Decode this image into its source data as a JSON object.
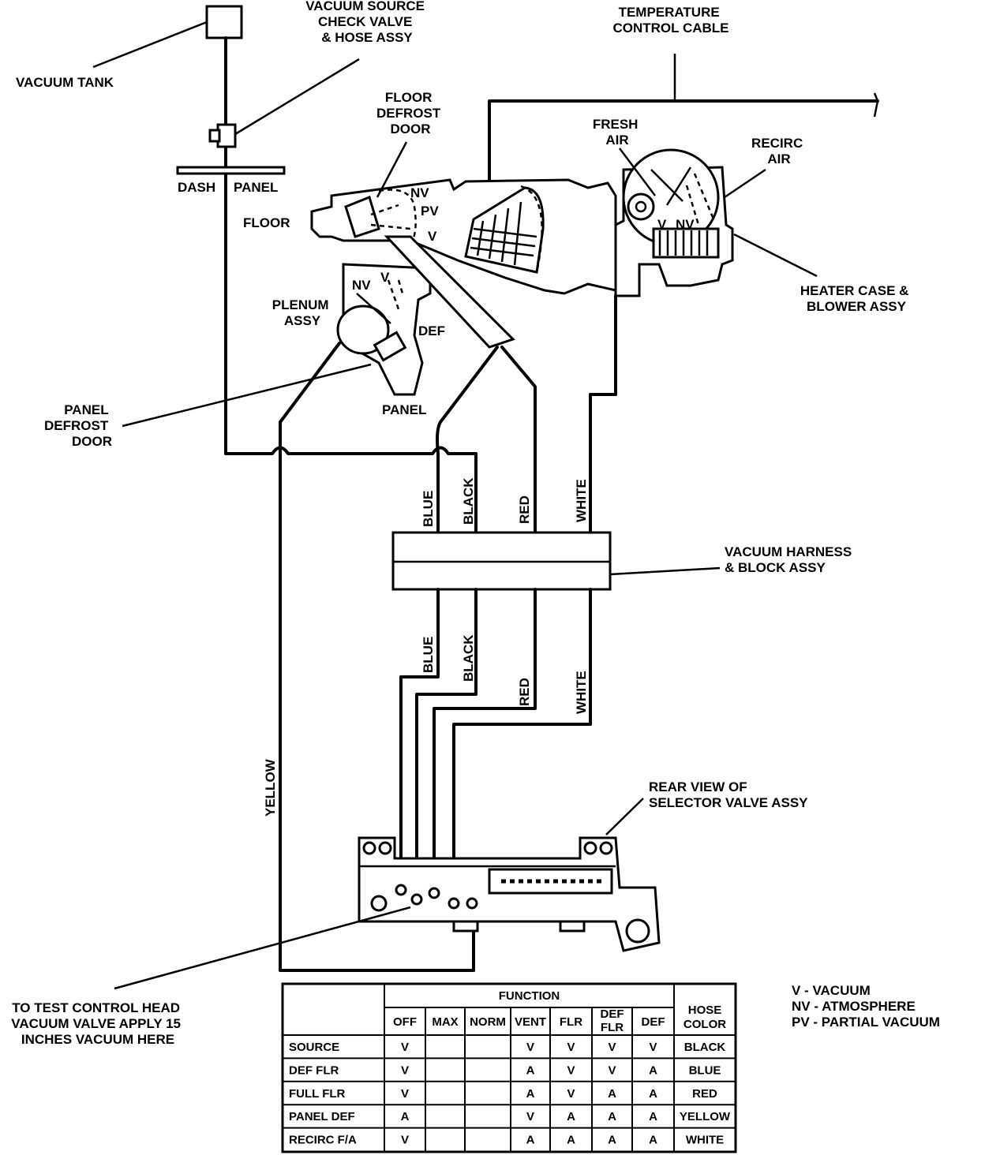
{
  "labels": {
    "vacuum_tank": "VACUUM TANK",
    "vacuum_source": [
      "VACUUM SOURCE",
      "CHECK VALVE",
      "& HOSE ASSY"
    ],
    "temperature_control_cable": [
      "TEMPERATURE",
      "CONTROL CABLE"
    ],
    "floor_defrost_door": [
      "FLOOR",
      "DEFROST",
      "DOOR"
    ],
    "fresh_air": [
      "FRESH",
      "AIR"
    ],
    "recirc_air": [
      "RECIRC",
      "AIR"
    ],
    "dash": "DASH",
    "panel": "PANEL",
    "floor": "FLOOR",
    "nv": "NV",
    "pv": "PV",
    "v": "V",
    "plenum_assy": [
      "PLENUM",
      "ASSY"
    ],
    "def": "DEF",
    "panel_bottom": "PANEL",
    "heater_case": [
      "HEATER CASE &",
      "BLOWER ASSY"
    ],
    "panel_defrost_door": [
      "PANEL",
      "DEFROST",
      "DOOR"
    ],
    "vacuum_harness": [
      "VACUUM HARNESS",
      "& BLOCK ASSY"
    ],
    "rear_view": [
      "REAR VIEW OF",
      "SELECTOR VALVE ASSY"
    ],
    "to_test": [
      "TO TEST CONTROL HEAD",
      "VACUUM VALVE APPLY 15",
      "INCHES VACUUM HERE"
    ],
    "hose_blue": "BLUE",
    "hose_black": "BLACK",
    "hose_red": "RED",
    "hose_white": "WHITE",
    "hose_yellow": "YELLOW"
  },
  "legend": [
    "V - VACUUM",
    "NV - ATMOSPHERE",
    "PV - PARTIAL VACUUM"
  ],
  "table": {
    "function_header": "FUNCTION",
    "columns": [
      "OFF",
      "MAX",
      "NORM",
      "VENT",
      "FLR",
      "DEF FLR",
      "DEF"
    ],
    "hose_color_header": [
      "HOSE",
      "COLOR"
    ],
    "rows": [
      {
        "name": "SOURCE",
        "values": [
          "V",
          "",
          "",
          "V",
          "V",
          "V",
          "V"
        ],
        "hose": "BLACK"
      },
      {
        "name": "DEF FLR",
        "values": [
          "V",
          "",
          "",
          "A",
          "V",
          "V",
          "A"
        ],
        "hose": "BLUE"
      },
      {
        "name": "FULL FLR",
        "values": [
          "V",
          "",
          "",
          "A",
          "V",
          "A",
          "A"
        ],
        "hose": "RED"
      },
      {
        "name": "PANEL DEF",
        "values": [
          "A",
          "",
          "",
          "V",
          "A",
          "A",
          "A"
        ],
        "hose": "YELLOW"
      },
      {
        "name": "RECIRC F/A",
        "values": [
          "V",
          "",
          "",
          "A",
          "A",
          "A",
          "A"
        ],
        "hose": "WHITE"
      }
    ]
  }
}
